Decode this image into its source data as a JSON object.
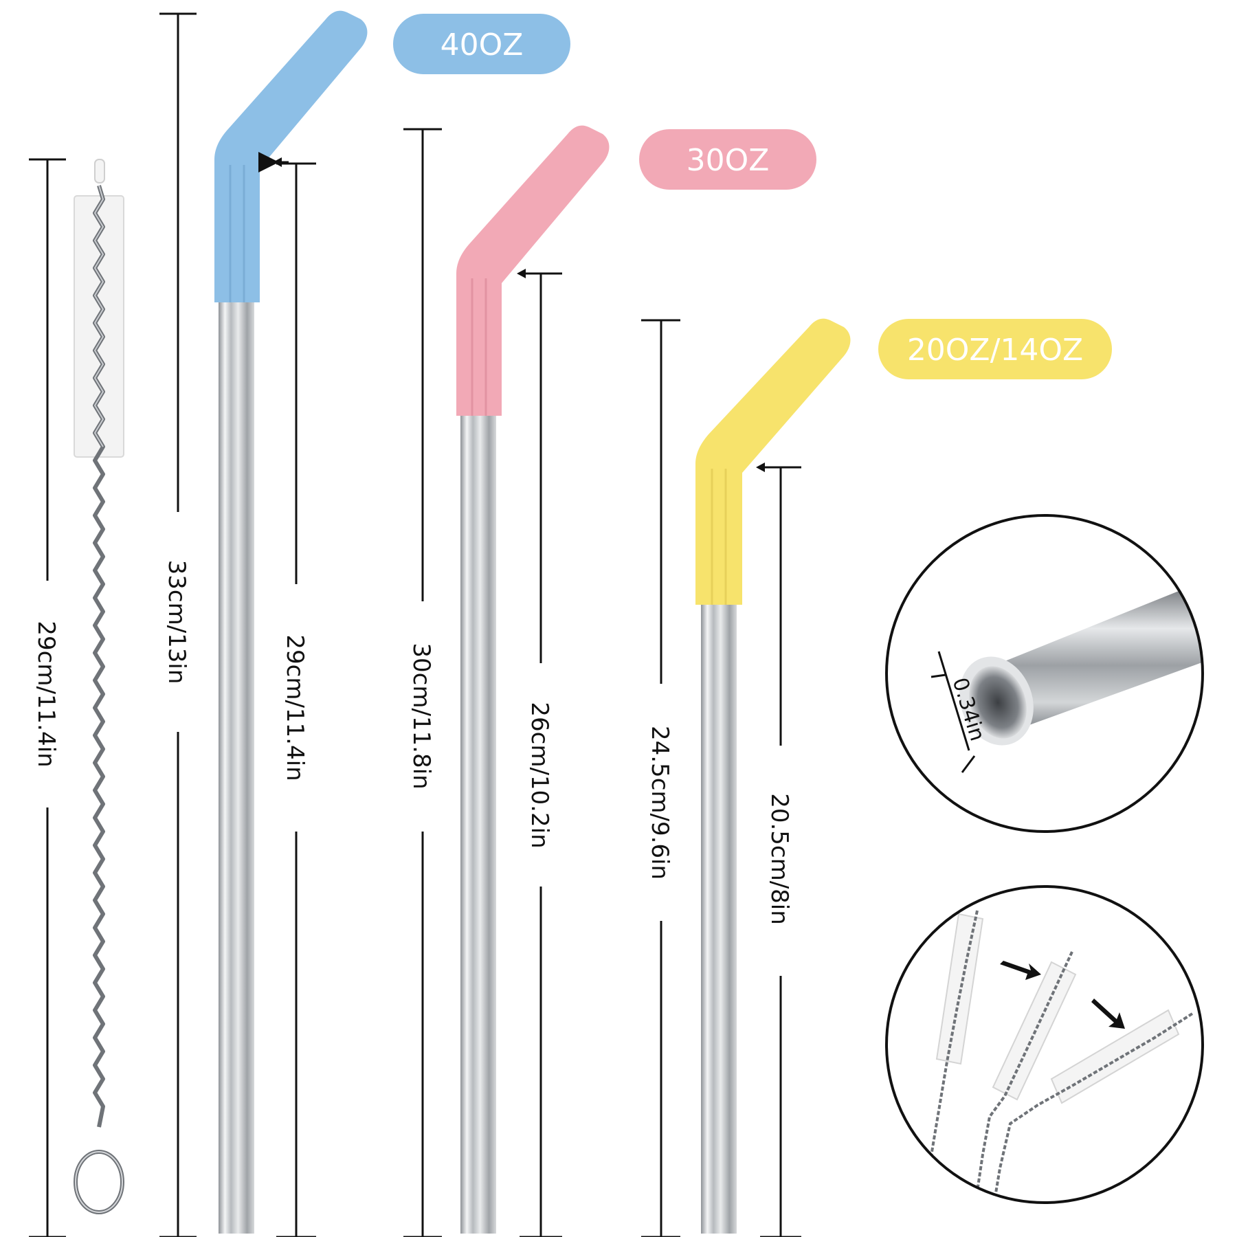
{
  "badges": {
    "large": "40OZ",
    "medium": "30OZ",
    "small": "20OZ/14OZ"
  },
  "measurements": {
    "brush": "29cm/11.4in",
    "large_total": "33cm/13in",
    "large_metal": "29cm/11.4in",
    "medium_total": "30cm/11.8in",
    "medium_metal": "26cm/10.2in",
    "small_total": "24.5cm/9.6in",
    "small_metal": "20.5cm/8in",
    "diameter": "0.34in"
  },
  "colors": {
    "blue": "#8dbfe6",
    "pink": "#f2a9b6",
    "yellow": "#f7e36c",
    "steel": "#c8cbce",
    "line": "#111111"
  }
}
